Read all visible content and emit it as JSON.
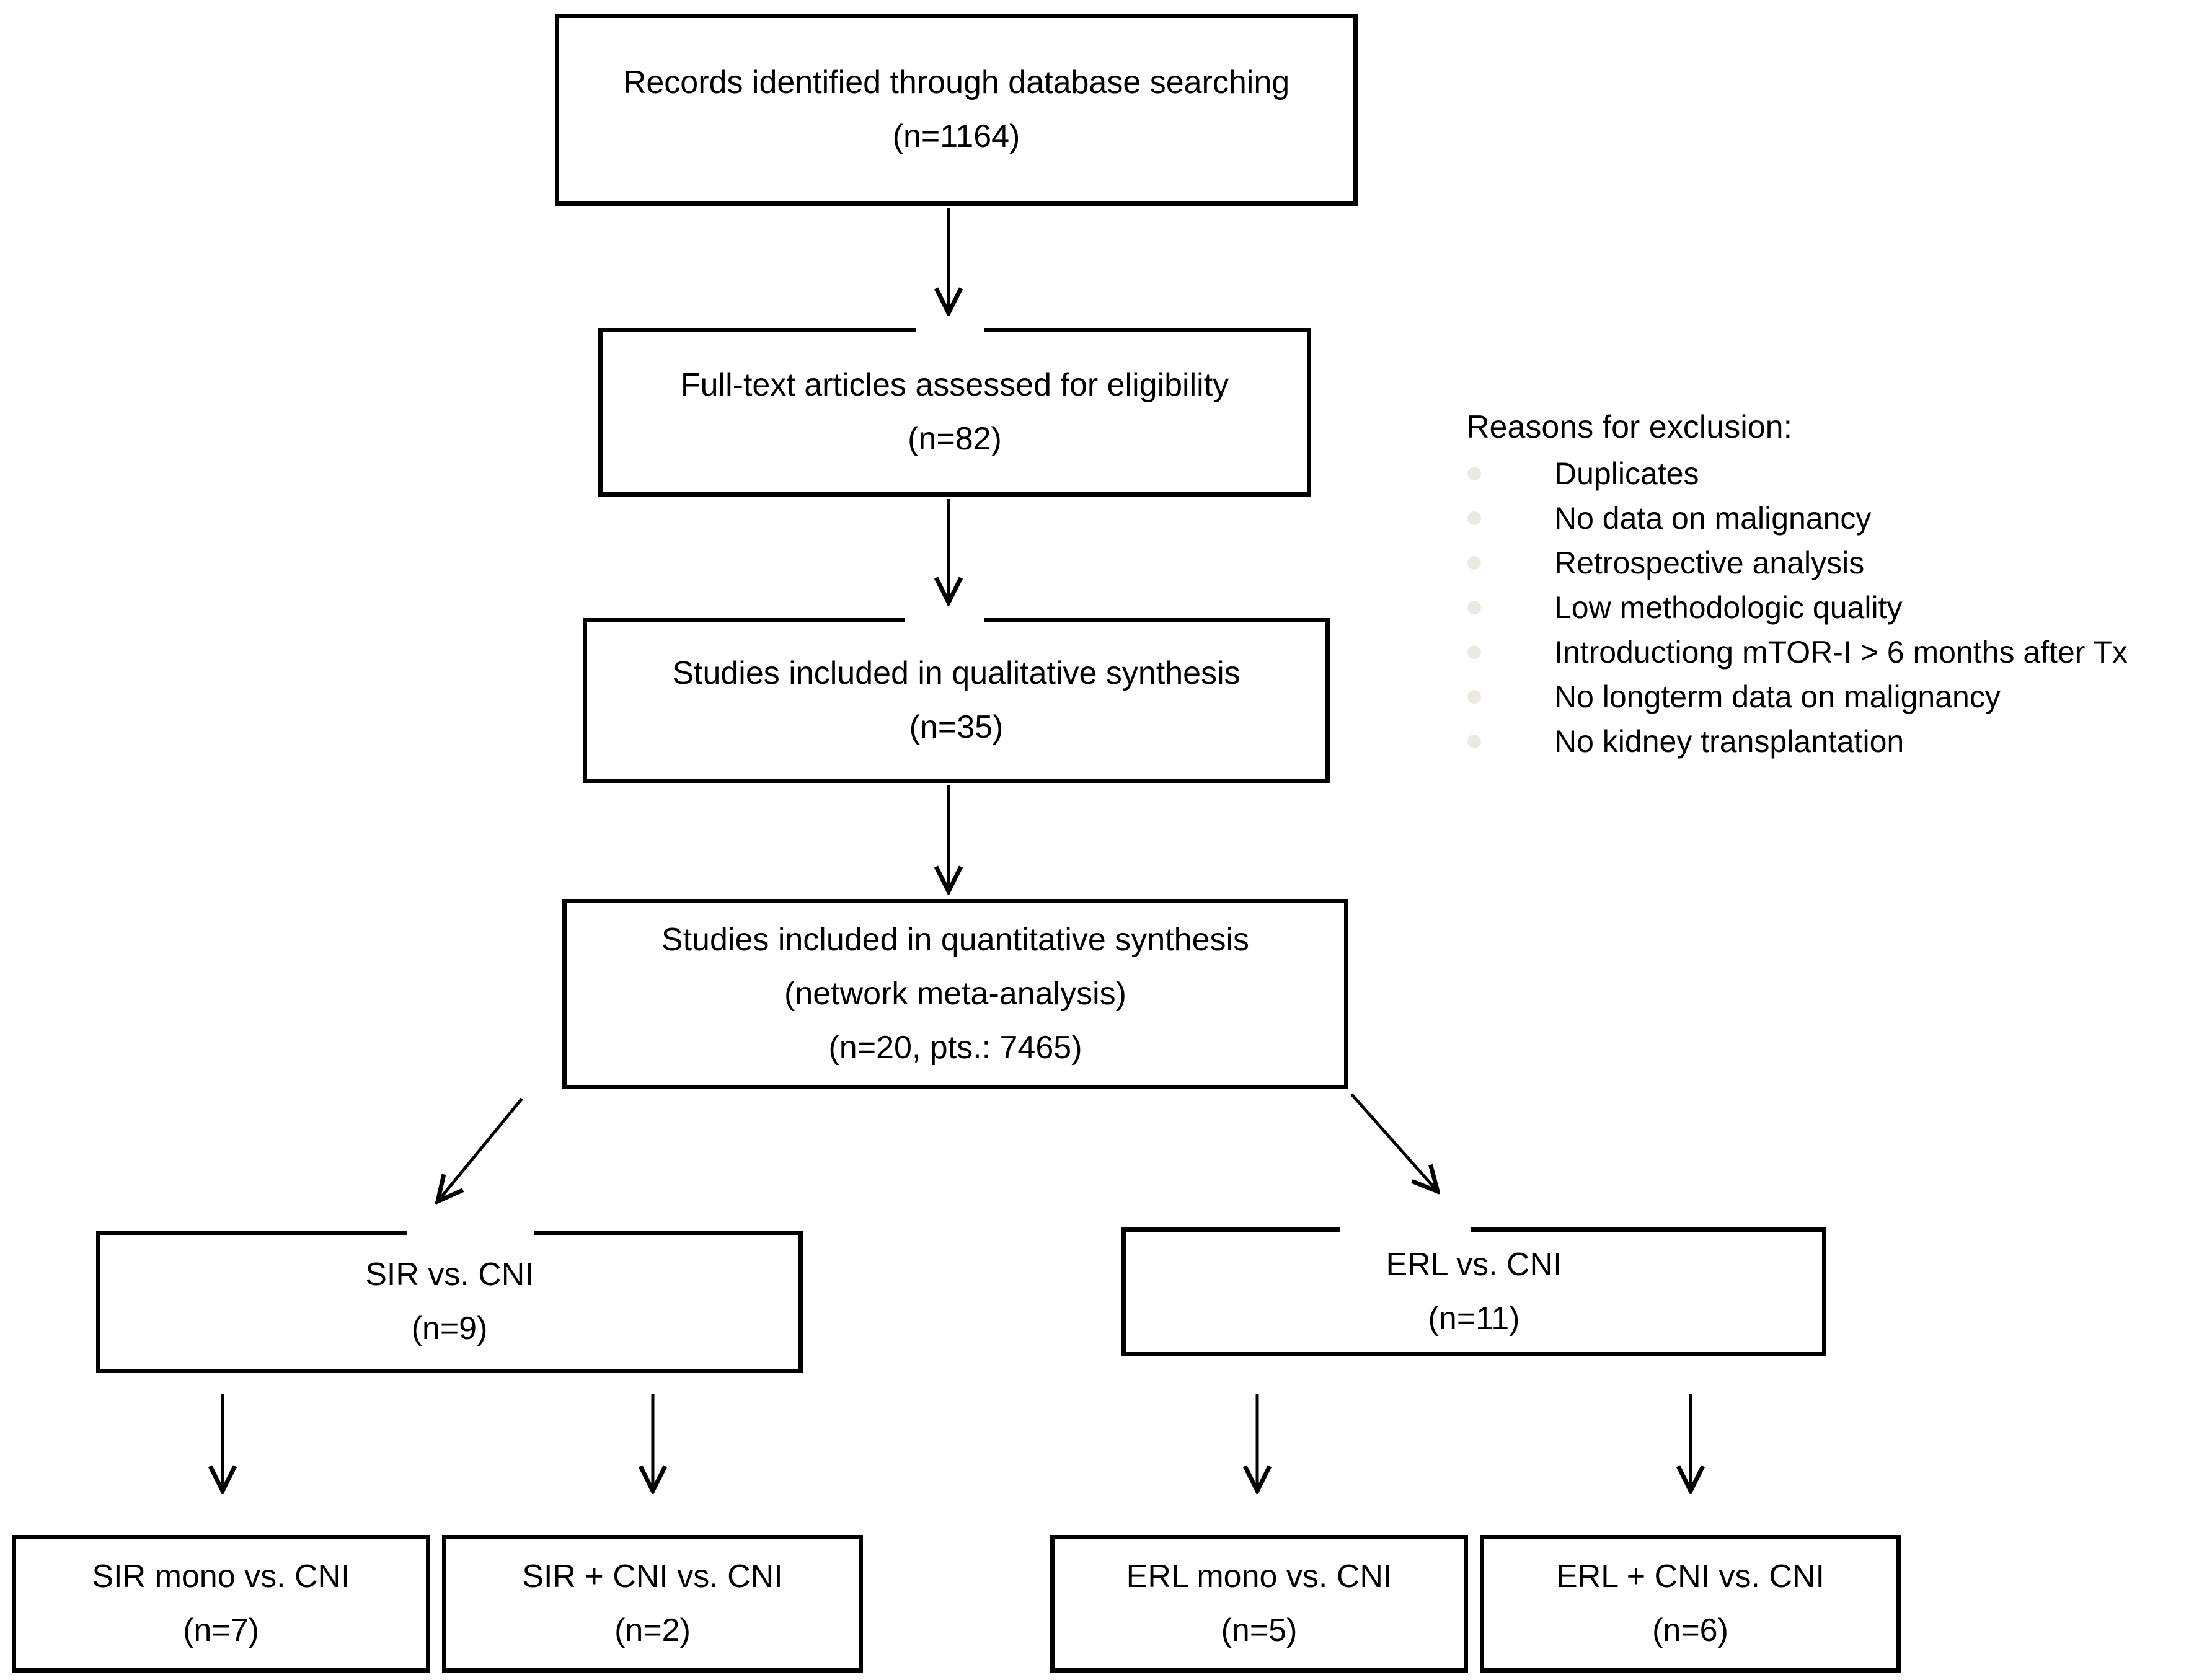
{
  "flowchart": {
    "colors": {
      "ink": "#000000",
      "background": "#FFFFFF",
      "bullet_dot": "#ECEAE0"
    },
    "main_boxes": [
      {
        "id": "records",
        "lines": [
          "Records identified through database searching",
          "(n=1164)"
        ]
      },
      {
        "id": "fulltext",
        "lines": [
          "Full-text articles assessed for eligibility",
          "(n=82)"
        ]
      },
      {
        "id": "qualitative",
        "lines": [
          "Studies included in qualitative synthesis",
          "(n=35)"
        ]
      },
      {
        "id": "quantitative",
        "lines": [
          "Studies included in quantitative synthesis",
          "(network meta-analysis)",
          "(n=20, pts.: 7465)"
        ]
      }
    ],
    "branch_boxes": [
      {
        "id": "sir",
        "lines": [
          "SIR vs. CNI",
          "(n=9)"
        ]
      },
      {
        "id": "erl",
        "lines": [
          "ERL vs. CNI",
          "(n=11)"
        ]
      }
    ],
    "leaf_boxes": [
      {
        "id": "sir_mono",
        "lines": [
          "SIR mono vs. CNI",
          "(n=7)"
        ]
      },
      {
        "id": "sir_cni",
        "lines": [
          "SIR + CNI vs. CNI",
          "(n=2)"
        ]
      },
      {
        "id": "erl_mono",
        "lines": [
          "ERL mono vs. CNI",
          "(n=5)"
        ]
      },
      {
        "id": "erl_cni",
        "lines": [
          "ERL + CNI vs. CNI",
          "(n=6)"
        ]
      }
    ],
    "exclusion_panel": {
      "heading": "Reasons for exclusion:",
      "items": [
        "Duplicates",
        "No data on malignancy",
        "Retrospective analysis",
        "Low methodologic quality",
        "Introductiong mTOR-I > 6 months after Tx",
        "No longterm data on malignancy",
        "No kidney transplantation"
      ]
    }
  }
}
